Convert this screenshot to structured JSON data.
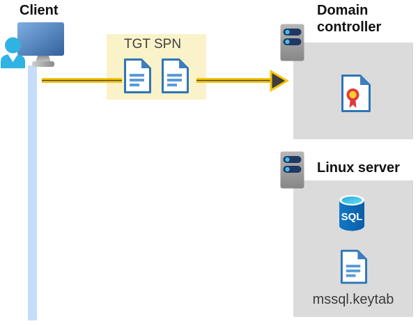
{
  "client": {
    "label": "Client"
  },
  "ticket_box": {
    "tgt_label": "TGT",
    "spn_label": "SPN"
  },
  "domain_controller": {
    "label": "Domain controller"
  },
  "linux_server": {
    "label": "Linux server",
    "sql_icon_label": "SQL",
    "keytab_label": "mssql.keytab"
  },
  "icons": {
    "client": "user-at-monitor-icon",
    "tickets": [
      "document-icon",
      "document-icon"
    ],
    "domain_controller": [
      "server-icon",
      "certificate-icon"
    ],
    "linux_server": [
      "server-icon",
      "sql-database-icon",
      "document-icon"
    ]
  },
  "colors": {
    "arrow_gold": "#F6C50A",
    "arrow_core": "#474424",
    "arrowhead_fill": "#3E3E3E",
    "ticket_box_bg": "#FAF2C8",
    "panel_bg": "#DBDBDB",
    "connection_line_blue": "#C5DDF8",
    "document_blue": "#2E75B6",
    "document_fold_blue": "#3E7FC1",
    "document_line_blue": "#5B9BD5",
    "server_bar_navy": "#203864",
    "server_dot_cyan": "#41BEE8",
    "sql_body_blue": "#0A66B4",
    "sql_top_cyan": "#35BCE4",
    "certificate_red": "#E03A3E",
    "certificate_yellow": "#FFCE29",
    "person_cyan": "#2FB3E2"
  }
}
